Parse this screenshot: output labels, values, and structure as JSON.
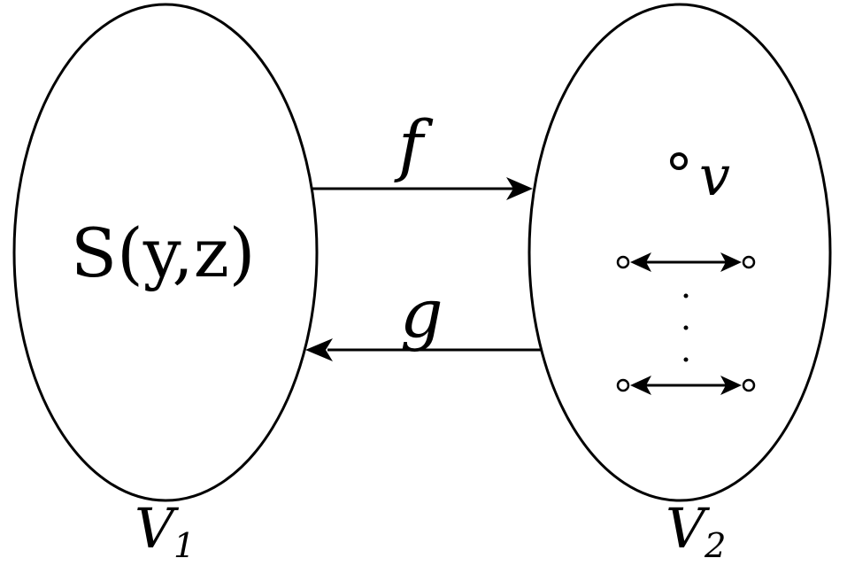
{
  "sets": {
    "left": {
      "name": "V",
      "subscript": "1",
      "content": "S(y,z)"
    },
    "right": {
      "name": "V",
      "subscript": "2",
      "vertex": "v"
    }
  },
  "maps": {
    "forward": "f",
    "backward": "g"
  },
  "colors": {
    "stroke": "#000000",
    "background": "#ffffff"
  }
}
